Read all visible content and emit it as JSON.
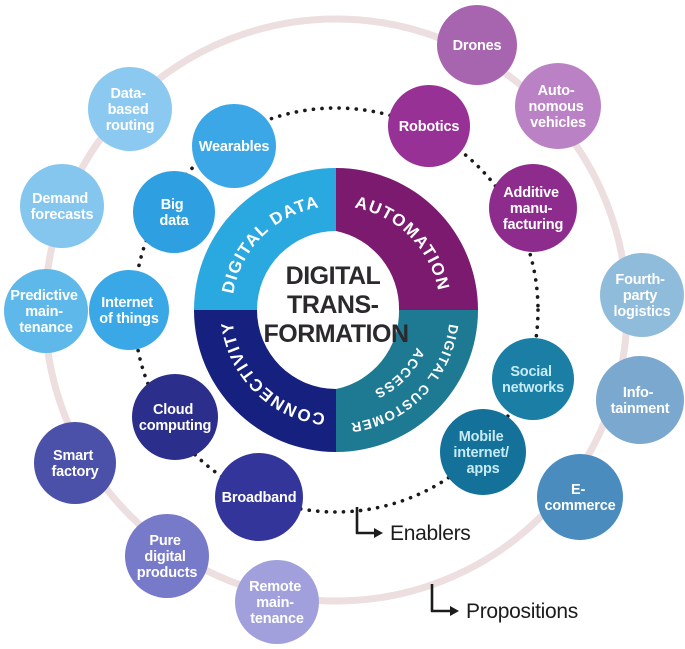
{
  "figure": {
    "background": "#FFFFFF",
    "title": {
      "lines": [
        "DIGITAL",
        "TRANS-",
        "FORMATION"
      ],
      "color": "#2B292C"
    },
    "rings": {
      "propositions": {
        "label": "Propositions",
        "color": "#EDDFDF"
      },
      "enablers": {
        "label": "Enablers",
        "color": "#1A1A1A"
      },
      "pointer_color": "#1C1C1C"
    },
    "segments": [
      {
        "id": "digital-data",
        "label": "DIGITAL DATA",
        "color": "#2AA8E0",
        "text_color": "#FFFFFF"
      },
      {
        "id": "automation",
        "label": "AUTOMATION",
        "color": "#7B1A6F",
        "text_color": "#FFFFFF"
      },
      {
        "id": "digital-customer-access",
        "label_top": "DIGITAL CUSTOMER",
        "label_bottom": "ACCESS",
        "color": "#1E7A92",
        "text_color": "#FFFFFF"
      },
      {
        "id": "connectivity",
        "label": "CONNECTIVITY",
        "color": "#16207F",
        "text_color": "#FFFFFF"
      }
    ],
    "bubbles": [
      {
        "id": "drones",
        "ring": "propositions",
        "lines": [
          "Drones"
        ],
        "color": "#A765AF",
        "text_color": "#FFFFFF"
      },
      {
        "id": "autonomous-vehicles",
        "ring": "propositions",
        "lines": [
          "Auto-",
          "nomous",
          "vehicles"
        ],
        "color": "#BA82C4",
        "text_color": "#FFFFFF"
      },
      {
        "id": "fourth-party-logistics",
        "ring": "propositions",
        "lines": [
          "Fourth-",
          "party",
          "logistics"
        ],
        "color": "#90BCDB",
        "text_color": "#FFFFFF"
      },
      {
        "id": "infotainment",
        "ring": "propositions",
        "lines": [
          "Info-",
          "tainment"
        ],
        "color": "#7AA8CE",
        "text_color": "#FFFFFF"
      },
      {
        "id": "e-commerce",
        "ring": "propositions",
        "lines": [
          "E-",
          "commerce"
        ],
        "color": "#4A8CBE",
        "text_color": "#FFFFFF"
      },
      {
        "id": "remote-maintenance",
        "ring": "propositions",
        "lines": [
          "Remote",
          "main-",
          "tenance"
        ],
        "color": "#A1A0DC",
        "text_color": "#FFFFFF"
      },
      {
        "id": "pure-digital-products",
        "ring": "propositions",
        "lines": [
          "Pure",
          "digital",
          "products"
        ],
        "color": "#7779C9",
        "text_color": "#FFFFFF"
      },
      {
        "id": "smart-factory",
        "ring": "propositions",
        "lines": [
          "Smart",
          "factory"
        ],
        "color": "#4B50A9",
        "text_color": "#FFFFFF"
      },
      {
        "id": "predictive-maintenance",
        "ring": "propositions",
        "lines": [
          "Predictive",
          "main-",
          "tenance"
        ],
        "color": "#5FB8EA",
        "text_color": "#FFFFFF"
      },
      {
        "id": "demand-forecasts",
        "ring": "propositions",
        "lines": [
          "Demand",
          "forecasts"
        ],
        "color": "#85C6EF",
        "text_color": "#FFFFFF"
      },
      {
        "id": "data-based-routing",
        "ring": "propositions",
        "lines": [
          "Data-",
          "based",
          "routing"
        ],
        "color": "#8CC9F0",
        "text_color": "#FFFFFF"
      },
      {
        "id": "robotics",
        "ring": "enablers",
        "lines": [
          "Robotics"
        ],
        "color": "#973195",
        "text_color": "#FFFFFF"
      },
      {
        "id": "additive-manufacturing",
        "ring": "enablers",
        "lines": [
          "Additive",
          "manu-",
          "facturing"
        ],
        "color": "#8D2C8D",
        "text_color": "#FFFFFF"
      },
      {
        "id": "social-networks",
        "ring": "enablers",
        "lines": [
          "Social",
          "networks"
        ],
        "color": "#1A7EA5",
        "text_color": "#C6EBF4"
      },
      {
        "id": "mobile-internet-apps",
        "ring": "enablers",
        "lines": [
          "Mobile",
          "internet/",
          "apps"
        ],
        "color": "#14719A",
        "text_color": "#C6EBF4"
      },
      {
        "id": "broadband",
        "ring": "enablers",
        "lines": [
          "Broadband"
        ],
        "color": "#33359A",
        "text_color": "#FFFFFF"
      },
      {
        "id": "cloud-computing",
        "ring": "enablers",
        "lines": [
          "Cloud",
          "computing"
        ],
        "color": "#2C2E8C",
        "text_color": "#FFFFFF"
      },
      {
        "id": "internet-of-things",
        "ring": "enablers",
        "lines": [
          "Internet",
          "of things"
        ],
        "color": "#3AA7E7",
        "text_color": "#FFFFFF"
      },
      {
        "id": "big-data",
        "ring": "enablers",
        "lines": [
          "Big",
          "data"
        ],
        "color": "#2EA0E2",
        "text_color": "#FFFFFF"
      },
      {
        "id": "wearables",
        "ring": "enablers",
        "lines": [
          "Wearables"
        ],
        "color": "#3BA7E6",
        "text_color": "#FFFFFF"
      }
    ]
  }
}
